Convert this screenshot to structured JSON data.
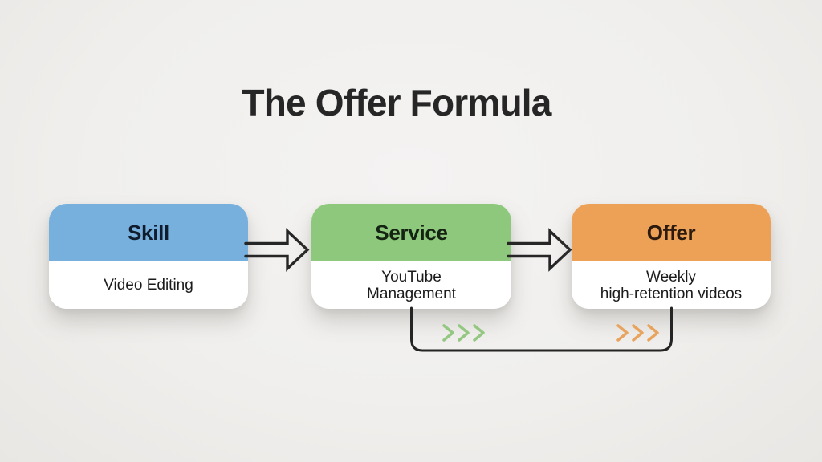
{
  "page": {
    "title": "The Offer Formula",
    "background_color": "#efeeec"
  },
  "nodes": [
    {
      "id": "skill",
      "label": "Skill",
      "detail_lines": [
        "Video Editing"
      ],
      "header_color": "#77b0dc",
      "label_color": "#101c2e"
    },
    {
      "id": "service",
      "label": "Service",
      "detail_lines": [
        "YouTube",
        "Management"
      ],
      "header_color": "#8ec87d",
      "label_color": "#152313"
    },
    {
      "id": "offer",
      "label": "Offer",
      "detail_lines": [
        "Weekly",
        "high-retention videos"
      ],
      "header_color": "#eca156",
      "label_color": "#2b1a0d"
    }
  ],
  "flow": {
    "arrows": [
      {
        "from": "Skill",
        "to": "Service",
        "icon": "open-block-arrow-right"
      },
      {
        "from": "Service",
        "to": "Offer",
        "icon": "open-block-arrow-right"
      }
    ],
    "loop": {
      "from": "Service",
      "to": "Offer",
      "green_chevron_count": 3,
      "orange_chevron_count": 3
    }
  },
  "colors": {
    "arrow_stroke": "#262626",
    "loop_stroke": "#242424",
    "green_chevron": "#94c781",
    "orange_chevron": "#e8a45e"
  }
}
